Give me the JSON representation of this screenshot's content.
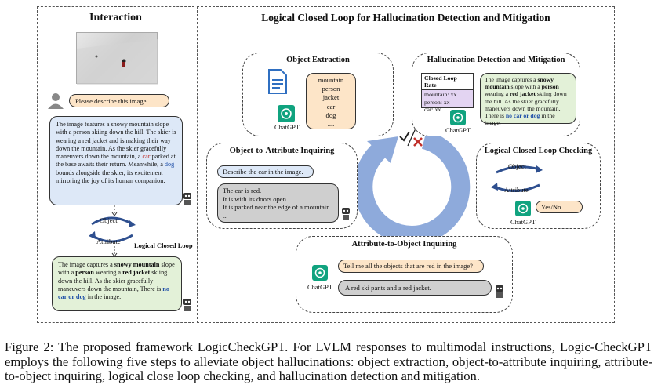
{
  "interaction": {
    "title": "Interaction",
    "user_prompt": "Please describe this image.",
    "response_original": [
      {
        "t": "The image features a snowy mountain slope with a person skiing down the hill. The skier is wearing a red jacket and is making their way down the mountain. As the skier gracefully maneuvers down the mountain, a "
      },
      {
        "t": "car",
        "c": "red"
      },
      {
        "t": " parked at the base awaits their return. Meanwhile, a "
      },
      {
        "t": "dog",
        "c": "blue"
      },
      {
        "t": " bounds alongside the skier, its excitement mirroring the joy of its human companion."
      }
    ],
    "loop_object": "Object",
    "loop_attribute": "Attribute",
    "loop_label": "Logical Closed Loop",
    "response_corrected": [
      {
        "t": "The image captures a "
      },
      {
        "t": "snowy mountain",
        "b": true
      },
      {
        "t": " slope with a "
      },
      {
        "t": "person",
        "b": true
      },
      {
        "t": " wearing a "
      },
      {
        "t": "red jacket",
        "b": true
      },
      {
        "t": " skiing down the hill. As the skier gracefully maneuvers down the mountain, There is "
      },
      {
        "t": "no car or dog",
        "c": "blue",
        "b": true
      },
      {
        "t": " in the image."
      }
    ]
  },
  "main": {
    "title": "Logical Closed Loop for Hallucination Detection and Mitigation",
    "object_extraction": {
      "title": "Object Extraction",
      "objects": [
        "mountain",
        "person",
        "jacket",
        "car",
        "dog",
        "...."
      ],
      "gpt_label": "ChatGPT"
    },
    "hallucination": {
      "title": "Hallucination Detection and Mitigation",
      "rate_title": "Closed Loop Rate",
      "rates": [
        "mountain: xx",
        "person: xx",
        "car: xx"
      ],
      "gpt_label": "ChatGPT",
      "text": [
        {
          "t": "The image captures a "
        },
        {
          "t": "snowy mountain",
          "b": true
        },
        {
          "t": " slope with a "
        },
        {
          "t": "person",
          "b": true
        },
        {
          "t": " wearing a "
        },
        {
          "t": "red jacket",
          "b": true
        },
        {
          "t": " skiing down the hill. As the skier gracefully maneuvers down the mountain, There is "
        },
        {
          "t": "no car or dog",
          "c": "blue",
          "b": true
        },
        {
          "t": " in the image."
        }
      ]
    },
    "obj_to_attr": {
      "title": "Object-to-Attribute Inquiring",
      "question": "Describe the car in the image.",
      "answer_lines": [
        "The car is red.",
        "It is with its doors open.",
        "It is parked near the edge of a mountain.",
        "..."
      ]
    },
    "closed_loop_check": {
      "title": "Logical Closed Loop Checking",
      "object": "Object",
      "attribute": "Attribute",
      "answer": "Yes/No.",
      "gpt_label": "ChatGPT"
    },
    "attr_to_obj": {
      "title": "Attribute-to-Object Inquiring",
      "question": "Tell me all the objects that are red in the image?",
      "answer": "A red ski pants and a red jacket.",
      "gpt_label": "ChatGPT"
    }
  },
  "caption": "Figure 2: The proposed framework LogicCheckGPT. For LVLM responses to multimodal instructions, Logic-CheckGPT employs the following five steps to alleviate object hallucinations: object extraction, object-to-attribute inquiring, attribute-to-object inquiring, logical close loop checking, and hallucination detection and mitigation.",
  "colors": {
    "orange_bubble": "#fde5c8",
    "blue_bubble": "#dde8f7",
    "gray_bubble": "#cfcfcf",
    "green_bubble": "#e3f1d8",
    "loop_arrow": "#8eaadb",
    "chatgpt": "#10a37f",
    "rate_box": "#e3d4f2"
  }
}
